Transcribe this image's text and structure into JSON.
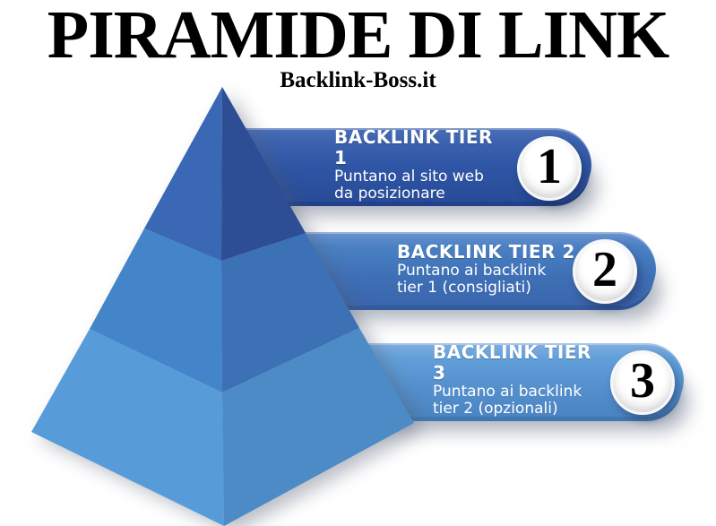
{
  "title": "PIRAMIDE DI LINK",
  "subtitle": "Backlink-Boss.it",
  "banners": [
    {
      "heading": "BACKLINK TIER 1",
      "line1": "Puntano al sito web",
      "line2": "da posizionare",
      "number": "1",
      "color": "#2e55a4"
    },
    {
      "heading": "BACKLINK TIER 2",
      "line1": "Puntano ai backlink",
      "line2": "tier 1 (consigliati)",
      "number": "2",
      "color": "#4479bf"
    },
    {
      "heading": "BACKLINK TIER 3",
      "line1": "Puntano ai backlink",
      "line2": "tier 2 (opzionali)",
      "number": "3",
      "color": "#5996d3"
    }
  ],
  "colors": {
    "tier1_left": "#3a68b4",
    "tier1_right": "#2d4e95",
    "tier2_left": "#4484c8",
    "tier2_right": "#3c72b5",
    "tier3_left": "#579cd8",
    "tier3_right": "#4d8bc6",
    "text": "#ffffff",
    "number": "#000000"
  }
}
